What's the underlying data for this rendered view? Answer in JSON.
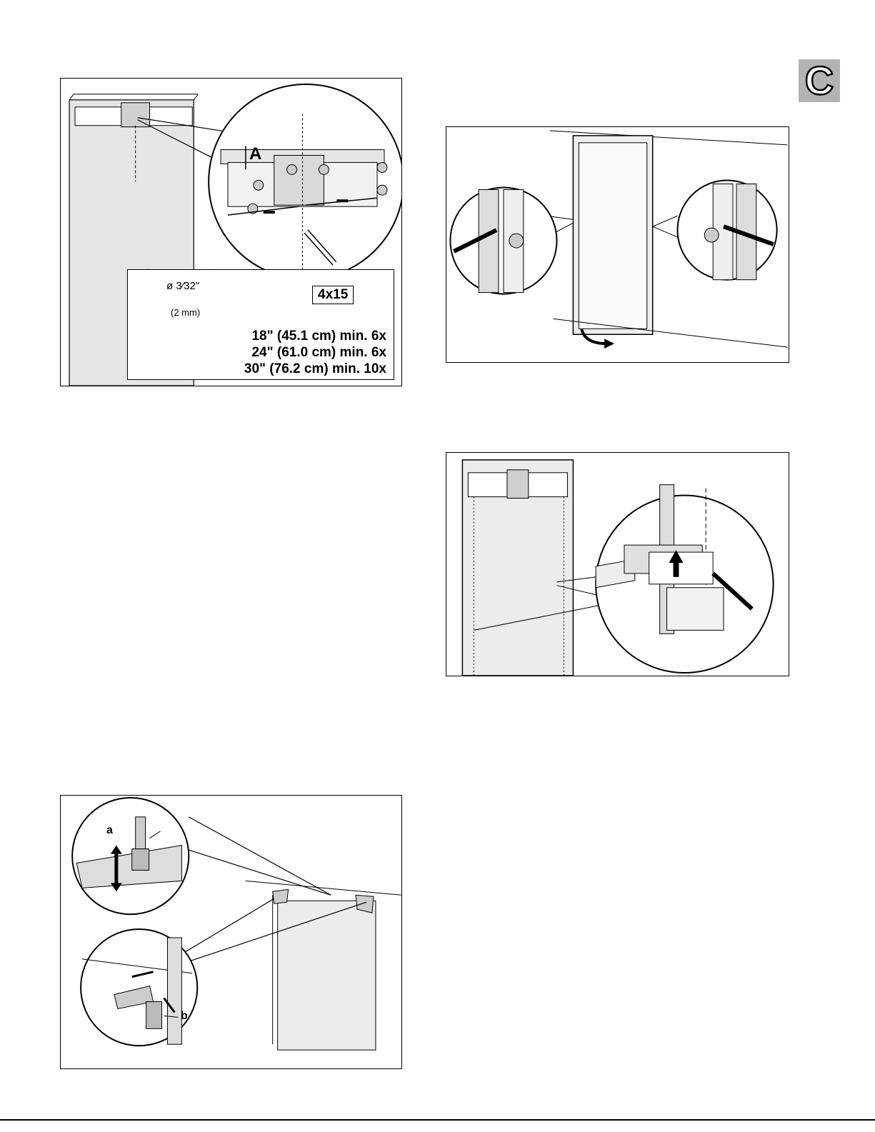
{
  "section": {
    "letter": "C"
  },
  "figure_bracket": {
    "callout_A": "A",
    "drill": {
      "diameter": "ø 3⁄32\"",
      "metric": "(2 mm)"
    },
    "screw_size": "4x15",
    "specs": [
      "18\" (45.1 cm)  min. 6x",
      "24\" (61.0 cm)  min. 6x",
      "30\" (76.2 cm)  min. 10x"
    ]
  },
  "figure_adjust": {
    "callout_a": "a",
    "callout_b": "b"
  },
  "colors": {
    "badge": "#b3b3b3",
    "panel_shade": "#e6e6e6",
    "line": "#000000"
  }
}
